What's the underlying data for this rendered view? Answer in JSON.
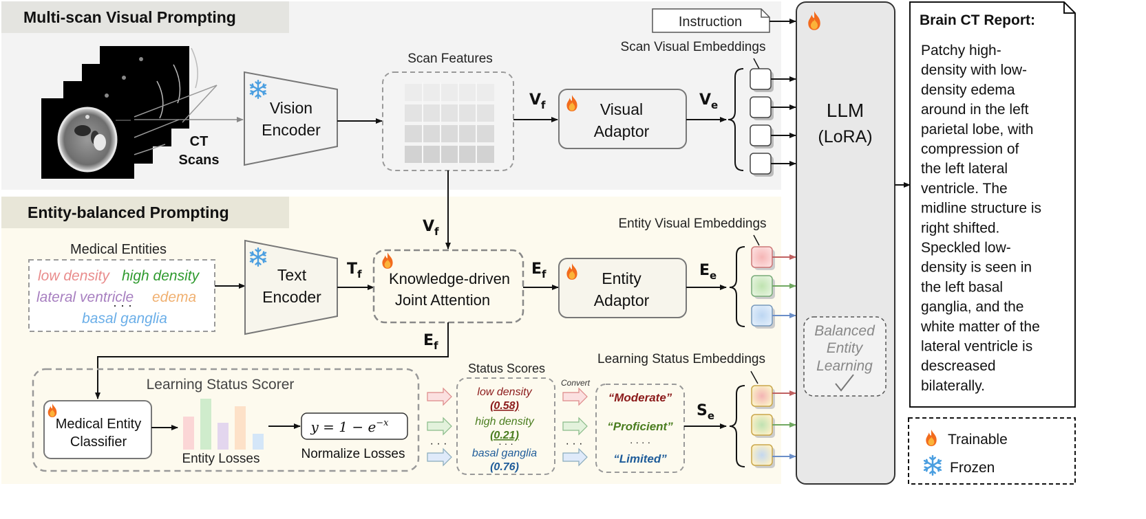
{
  "sections": {
    "multi_scan": "Multi-scan Visual Prompting",
    "entity_balanced": "Entity-balanced Prompting"
  },
  "inputs": {
    "ct_scans_line1": "CT",
    "ct_scans_line2": "Scans",
    "instruction": "Instruction",
    "medical_entities_title": "Medical Entities",
    "entities": {
      "low_density": "low density",
      "high_density": "high density",
      "lateral_ventricle": "lateral ventricle",
      "ellipsis": "· · ·",
      "edema": "edema",
      "basal_ganglia": "basal ganglia"
    }
  },
  "modules": {
    "vision_encoder_l1": "Vision",
    "vision_encoder_l2": "Encoder",
    "scan_features": "Scan Features",
    "visual_adaptor_l1": "Visual",
    "visual_adaptor_l2": "Adaptor",
    "text_encoder_l1": "Text",
    "text_encoder_l2": "Encoder",
    "kdja_l1": "Knowledge-driven",
    "kdja_l2": "Joint Attention",
    "entity_adaptor_l1": "Entity",
    "entity_adaptor_l2": "Adaptor",
    "llm_l1": "LLM",
    "llm_l2": "(LoRA)",
    "balanced_l1": "Balanced",
    "balanced_l2": "Entity",
    "balanced_l3": "Learning",
    "scorer_title": "Learning Status Scorer",
    "classifier_l1": "Medical Entity",
    "classifier_l2": "Classifier",
    "entity_losses": "Entity Losses",
    "normalize_formula": "y = 1 − e",
    "normalize_formula_exp": "−x",
    "normalize_losses": "Normalize Losses",
    "status_scores_title": "Status Scores",
    "convert": "Convert"
  },
  "symbols": {
    "vf": "V",
    "vf_sub": "f",
    "ve": "V",
    "ve_sub": "e",
    "tf": "T",
    "tf_sub": "f",
    "ef": "E",
    "ef_sub": "f",
    "ee": "E",
    "ee_sub": "e",
    "se": "S",
    "se_sub": "e"
  },
  "embeddings": {
    "scan_visual": "Scan Visual Embeddings",
    "entity_visual": "Entity Visual Embeddings",
    "learning_status": "Learning Status Embeddings"
  },
  "status_scores": [
    {
      "entity": "low density",
      "score": "(0.58)",
      "color": "#8b1a1a"
    },
    {
      "entity": "high density",
      "score": "(0.21)",
      "color": "#4a7d1f"
    },
    {
      "entity": "basal ganglia",
      "score": "(0.76)",
      "color": "#1f5c99"
    }
  ],
  "status_labels": [
    {
      "label": "“Moderate”",
      "color": "#8b1a1a"
    },
    {
      "label": "“Proficient”",
      "color": "#4a7d1f"
    },
    {
      "label": "“Limited”",
      "color": "#1f5c99"
    }
  ],
  "ellipsis_dots": "· · ·",
  "report": {
    "title": "Brain CT Report:",
    "lines": [
      "Patchy high-",
      "density with low-",
      "density edema",
      "around in the left",
      "parietal lobe, with",
      "compression of",
      "the left lateral",
      "ventricle. The",
      "midline structure is",
      "right shifted.",
      "Speckled low-",
      "density is seen in",
      "the left basal",
      "ganglia, and the",
      "white matter of the",
      "lateral ventricle is",
      "descreased",
      "bilaterally."
    ]
  },
  "legend": {
    "trainable": "Trainable",
    "frozen": "Frozen"
  },
  "colors": {
    "entity_low_density": "#e98c8c",
    "entity_high_density": "#2e9a2e",
    "entity_lateral_ventricle": "#a77fc0",
    "entity_edema": "#f0b070",
    "entity_basal_ganglia": "#6aaee8",
    "section_top_bg": "#f4f4f4",
    "section_bottom_bg": "#fdfaee",
    "section_label_bg": "#e6e6e2",
    "llm_bg": "#e8e8e8",
    "fire": "#f07020",
    "snow": "#5aa8e0"
  }
}
